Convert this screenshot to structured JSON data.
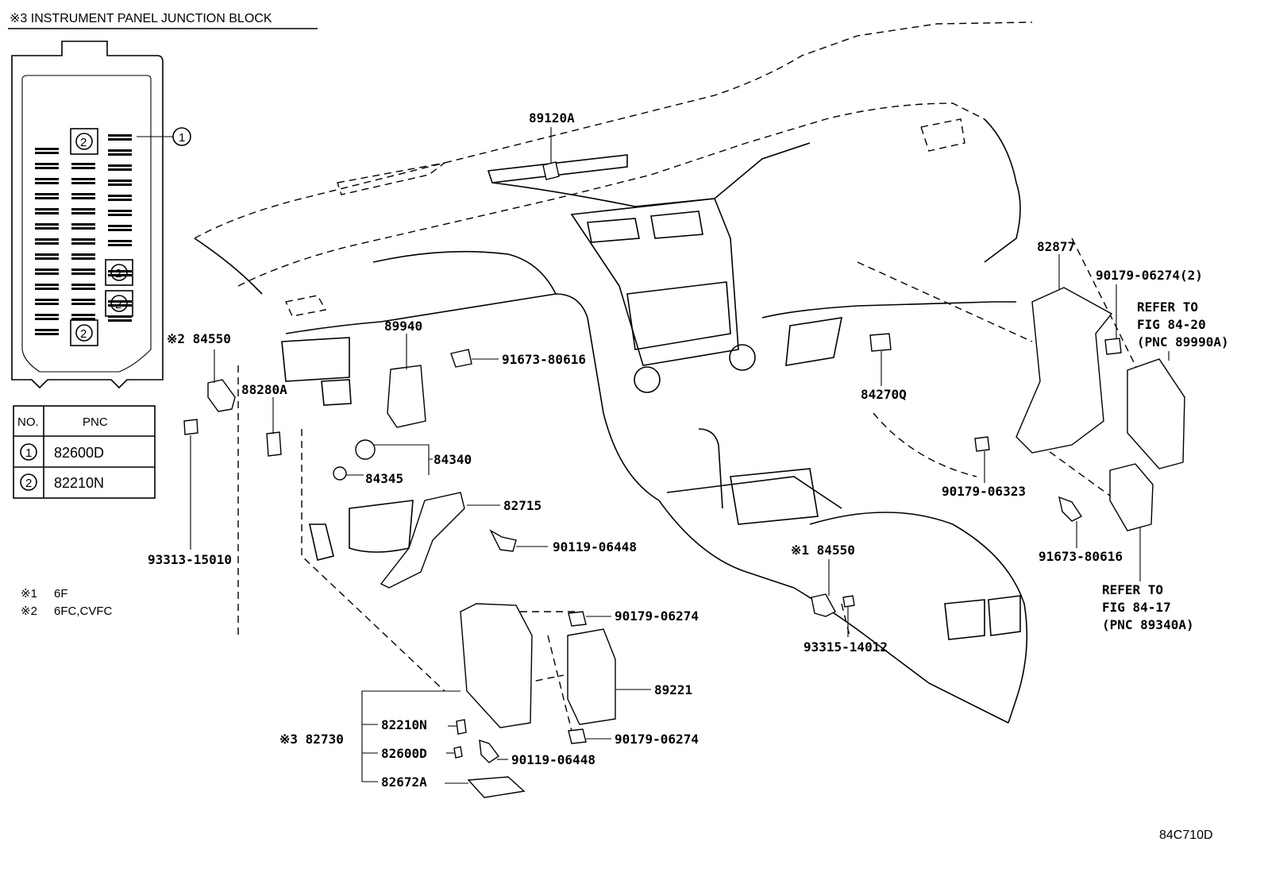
{
  "title": "※3 INSTRUMENT PANEL JUNCTION BLOCK",
  "junction_block": {
    "callout_1": "1",
    "marker": "2"
  },
  "pnc_table": {
    "col_no": "NO.",
    "col_pnc": "PNC",
    "rows": [
      {
        "no": "1",
        "pnc": "82600D"
      },
      {
        "no": "2",
        "pnc": "82210N"
      }
    ]
  },
  "notes": [
    {
      "mark": "※1",
      "text": "6F"
    },
    {
      "mark": "※2",
      "text": "6FC,CVFC"
    }
  ],
  "labels": {
    "p89120A": "89120A",
    "p84550_2": "※2 84550",
    "p89940": "89940",
    "p91673_a": "91673-80616",
    "p88280A": "88280A",
    "p84340": "84340",
    "p84345": "84345",
    "p82715": "82715",
    "p90119_a": "90119-06448",
    "p93313": "93313-15010",
    "p90179_a": "90179-06274",
    "p89221": "89221",
    "p82210N": "82210N",
    "p82730": "※3 82730",
    "p82600D": "82600D",
    "p82672A": "82672A",
    "p90119_b": "90119-06448",
    "p90179_b": "90179-06274",
    "p84550_1": "※1 84550",
    "p93315": "93315-14012",
    "p84270Q": "84270Q",
    "p82877": "82877",
    "p90179_c": "90179-06274(2)",
    "p90179_d": "90179-06323",
    "p91673_b": "91673-80616",
    "refer1_a": "REFER TO",
    "refer1_b": "FIG 84-20",
    "refer1_c": "(PNC 89990A)",
    "refer2_a": "REFER TO",
    "refer2_b": "FIG 84-17",
    "refer2_c": "(PNC 89340A)"
  },
  "figure_code": "84C710D"
}
